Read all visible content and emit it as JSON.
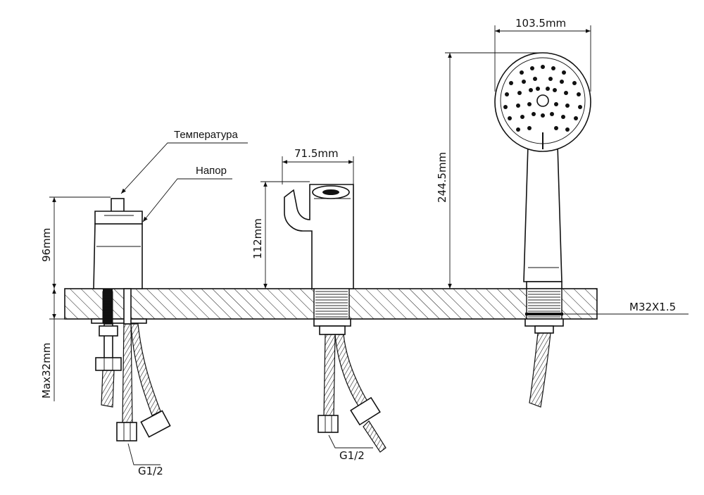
{
  "labels": {
    "temperature": "Температура",
    "pressure": "Напор",
    "thread": "M32X1.5",
    "max_depth": "Max32mm",
    "g_left": "G1/2",
    "g_center": "G1/2"
  },
  "dimensions": {
    "mixer_height": "96mm",
    "spout_width": "71.5mm",
    "spout_height": "112mm",
    "shower_height": "244.5mm",
    "shower_width": "103.5mm"
  }
}
